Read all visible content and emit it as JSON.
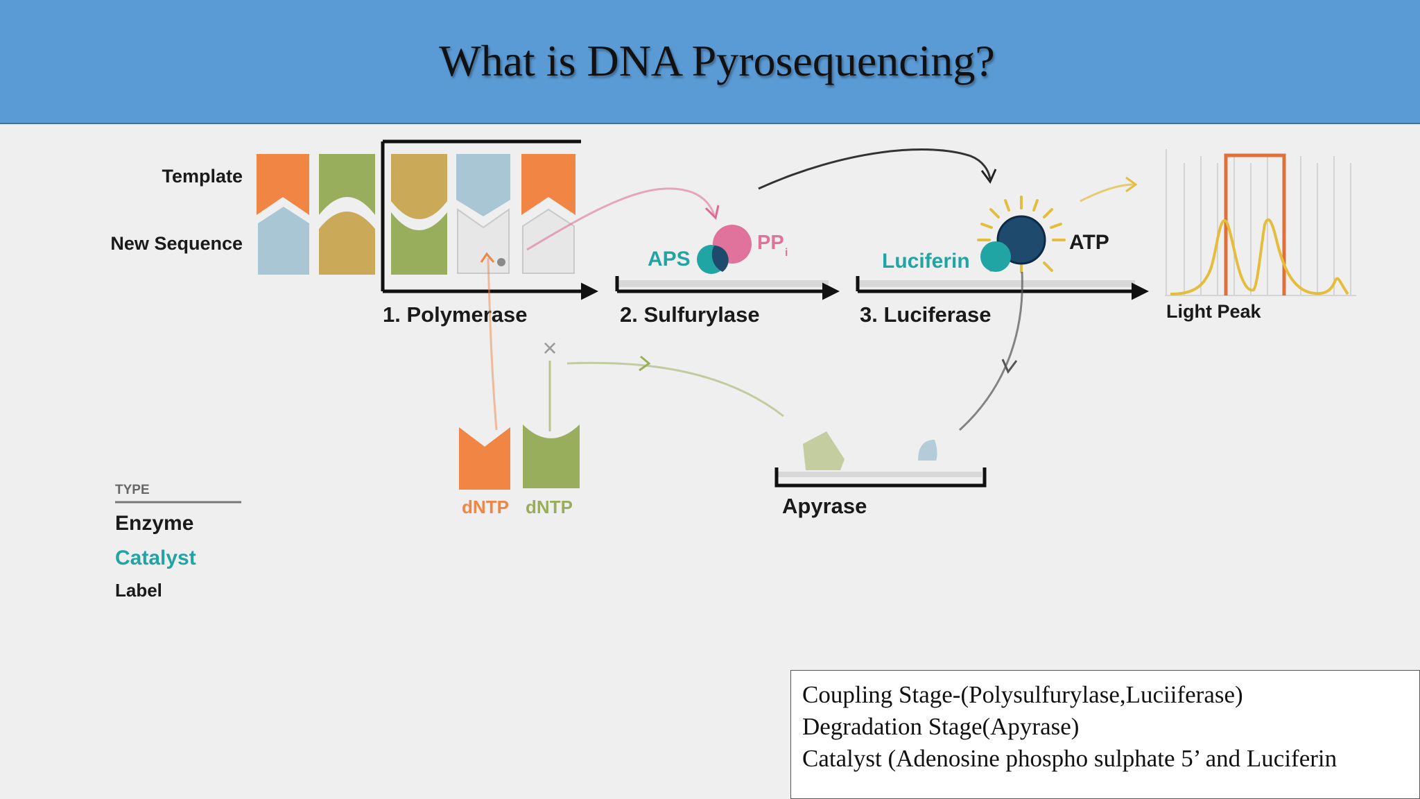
{
  "header": {
    "title": "What is DNA Pyrosequencing?"
  },
  "diagram": {
    "row_labels": {
      "template": "Template",
      "new_sequence": "New Sequence"
    },
    "stages": {
      "polymerase": "1. Polymerase",
      "sulfurylase": "2. Sulfurylase",
      "luciferase": "3. Luciferase",
      "apyrase": "Apyrase"
    },
    "molecules": {
      "aps": "APS",
      "ppi": "PP",
      "ppi_subscript": "i",
      "luciferin": "Luciferin",
      "atp": "ATP",
      "dntp_1": "dNTP",
      "dntp_2": "dNTP",
      "reject_mark": "×"
    },
    "light_peak": "Light Peak",
    "legend": {
      "heading": "TYPE",
      "enzyme": "Enzyme",
      "catalyst": "Catalyst",
      "label": "Label"
    },
    "colors": {
      "orange": "#f08544",
      "green": "#99ae5c",
      "gold": "#caaa58",
      "blue": "#a9c6d4",
      "pink": "#e0739b",
      "teal": "#21a4a4",
      "navy": "#1e4a6e",
      "yellow": "#e5bd3c",
      "peak_orange": "#e0703a"
    }
  },
  "notes": {
    "lines": [
      "Coupling Stage-(Polysulfurylase,Luciiferase)",
      "Degradation Stage(Apyrase)",
      "Catalyst (Adenosine phospho sulphate 5’ and Luciferin"
    ]
  }
}
